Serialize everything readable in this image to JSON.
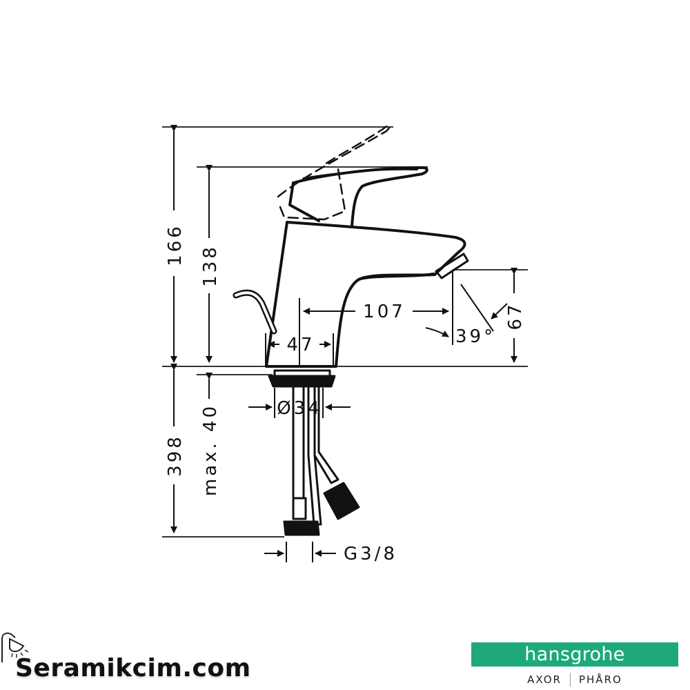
{
  "drawing": {
    "subject": "single-lever basin mixer faucet technical drawing",
    "units": "mm",
    "dimensions": {
      "total_height_lever_open": "166",
      "height_lever_closed": "138",
      "spout_projection": "107",
      "body_base_width": "47",
      "spout_outlet_height": "67",
      "spout_angle": "39°",
      "mounting_hole_diameter": "Ø34",
      "max_countertop_thickness": "max. 40",
      "supply_hose_length": "398",
      "hose_connection_thread": "G3/8"
    },
    "colors": {
      "line": "#111111",
      "background": "#ffffff"
    }
  },
  "footer": {
    "retailer": {
      "name": "Seramikcim.com",
      "icon": "shower-head-icon"
    },
    "brand": {
      "name": "hansgrohe",
      "color": "#1ea97c",
      "sub_brands": [
        "AXOR",
        "PHÅRO"
      ]
    }
  }
}
